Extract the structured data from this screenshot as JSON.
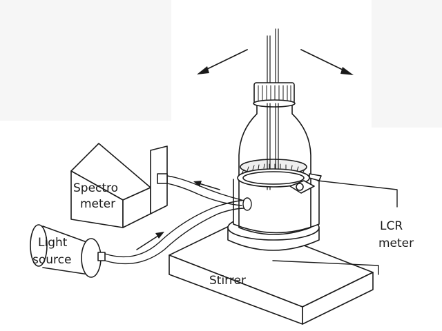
{
  "labels": {
    "spectrometer_line1": "Spectro",
    "spectrometer_line2": "meter",
    "light_source_line1": "Light",
    "light_source_line2": "source",
    "lcr_line1": "LCR",
    "lcr_line2": "meter",
    "stirrer": "Stirrer"
  },
  "colors": {
    "stroke": "#1a1a1a",
    "background_patch": "#f6f6f6",
    "liquid": "#efefef"
  }
}
